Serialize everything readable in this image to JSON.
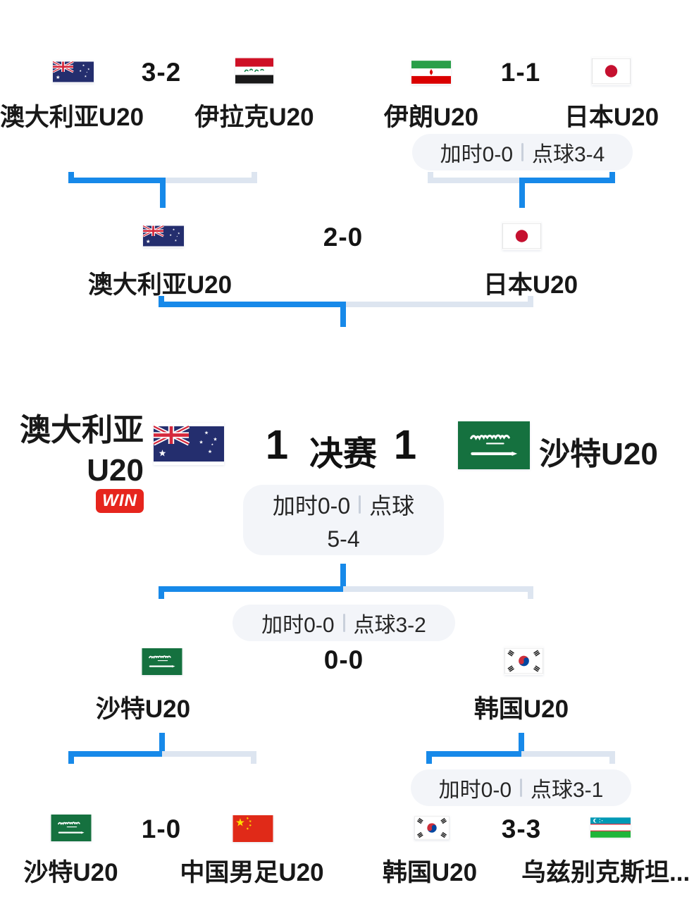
{
  "colors": {
    "winner_path": "#1789e9",
    "loser_path": "#dde5f0",
    "pill_bg": "#f3f5f9",
    "win_badge": "#e6251d"
  },
  "matches": {
    "qf_top_left": {
      "home": "澳大利亚U20",
      "away": "伊拉克U20",
      "score": "3-2"
    },
    "qf_top_right": {
      "home": "伊朗U20",
      "away": "日本U20",
      "score": "1-1",
      "note_left": "加时0-0",
      "note_right": "点球3-4"
    },
    "sf_top": {
      "home": "澳大利亚U20",
      "away": "日本U20",
      "score": "2-0"
    },
    "final": {
      "title": "决赛",
      "home_line1": "澳大利亚",
      "home_line2": "U20",
      "home_score": "1",
      "away_score": "1",
      "away": "沙特U20",
      "win": "WIN",
      "note_left": "加时0-0",
      "note_right": "点球",
      "note_line2": "5-4"
    },
    "sf_bottom": {
      "home": "沙特U20",
      "away": "韩国U20",
      "score": "0-0",
      "note_left": "加时0-0",
      "note_right": "点球3-2"
    },
    "qf_bottom_left": {
      "home": "沙特U20",
      "away": "中国男足U20",
      "score": "1-0"
    },
    "qf_bottom_right": {
      "home": "韩国U20",
      "away": "乌兹别克斯坦...",
      "score": "3-3",
      "note_left": "加时0-0",
      "note_right": "点球3-1"
    }
  }
}
